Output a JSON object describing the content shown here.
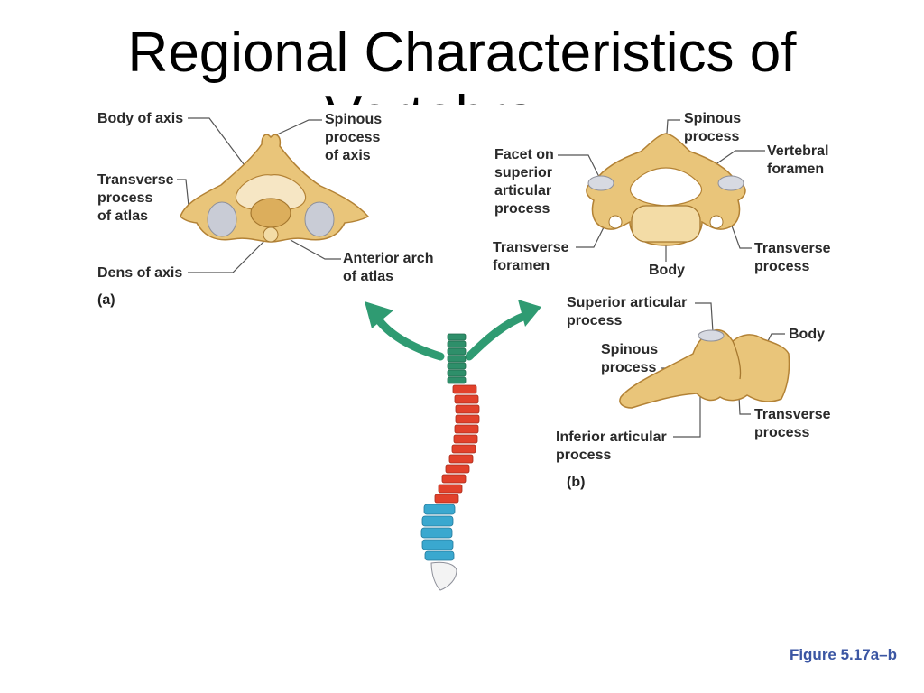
{
  "title": "Regional Characteristics of",
  "title_cut": "Vertebrae",
  "panel_a": {
    "tag": "(a)",
    "labels": {
      "body_of_axis": "Body of axis",
      "spinous_axis": "Spinous\nprocess\nof axis",
      "transverse_atlas": "Transverse\nprocess\nof atlas",
      "dens": "Dens of axis",
      "anterior_arch": "Anterior arch\nof atlas"
    }
  },
  "panel_top_right": {
    "labels": {
      "spinous": "Spinous\nprocess",
      "facet": "Facet on\nsuperior\narticular\nprocess",
      "vertebral_foramen": "Vertebral\nforamen",
      "transverse_foramen": "Transverse\nforamen",
      "body": "Body",
      "transverse_process": "Transverse\nprocess"
    }
  },
  "panel_b": {
    "tag": "(b)",
    "labels": {
      "superior_articular": "Superior articular\nprocess",
      "body": "Body",
      "spinous": "Spinous\nprocess",
      "transverse": "Transverse\nprocess",
      "inferior_articular": "Inferior articular\nprocess"
    }
  },
  "figure_ref": "Figure 5.17a–b",
  "colors": {
    "bone": "#e9c57a",
    "bone_dark": "#c79a45",
    "cartilage": "#c9ccd6",
    "cervical": "#2e8f6a",
    "thoracic": "#e2412b",
    "lumbar": "#3aa8cf",
    "sacrum": "#f3f3f3",
    "arrow": "#2f9b72",
    "figure_ref": "#3b56a3"
  }
}
